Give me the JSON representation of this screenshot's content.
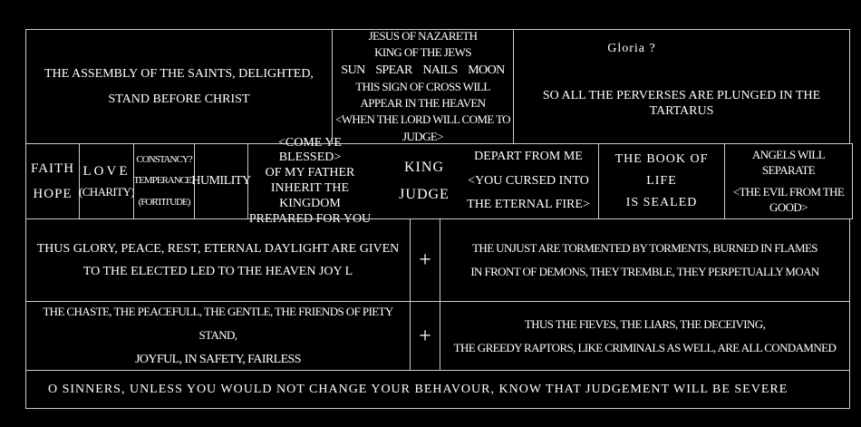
{
  "row1": {
    "assembly": [
      "THE ASSEMBLY OF THE SAINTS, DELIGHTED,",
      "STAND BEFORE CHRIST"
    ],
    "center": [
      "JESUS OF NAZARETH",
      "KING OF THE JEWS",
      "SUN    SPEAR    NAILS    MOON",
      "THIS SIGN OF CROSS WILL",
      "APPEAR IN THE HEAVEN",
      "<WHEN THE LORD WILL COME TO JUDGE>"
    ],
    "gloria": "Gloria ?",
    "perverses": "SO ALL THE PERVERSES ARE PLUNGED IN THE TARTARUS"
  },
  "row2": {
    "faith": [
      "FAITH",
      "HOPE"
    ],
    "love": [
      "LOVE",
      "(CHARITY)"
    ],
    "virtues": [
      "CONSTANCY?",
      "TEMPERANCE?",
      "(FORTITUDE)"
    ],
    "humility": "HUMILITY",
    "blessed": [
      "<COME YE BLESSED>",
      "OF MY FATHER",
      "INHERIT THE KINGDOM",
      "PREPARED FOR YOU"
    ],
    "king": [
      "KING",
      "JUDGE"
    ],
    "depart": [
      "DEPART FROM ME",
      "<YOU CURSED INTO",
      "THE ETERNAL FIRE>"
    ],
    "book": [
      "THE BOOK OF LIFE",
      "IS SEALED"
    ],
    "angels": [
      "ANGELS WILL SEPARATE",
      "<THE EVIL FROM THE GOOD>"
    ]
  },
  "row3": {
    "left": [
      "THUS GLORY, PEACE, REST, ETERNAL DAYLIGHT ARE GIVEN",
      "TO THE ELECTED LED TO THE HEAVEN JOY L"
    ],
    "plus": "+",
    "right": [
      "THE UNJUST ARE TORMENTED BY TORMENTS, BURNED IN FLAMES",
      "IN FRONT OF DEMONS, THEY TREMBLE, THEY PERPETUALLY MOAN"
    ]
  },
  "row4": {
    "left": [
      "THE CHASTE, THE PEACEFULL, THE GENTLE, THE FRIENDS OF PIETY STAND,",
      "JOYFUL, IN SAFETY, FAIRLESS"
    ],
    "plus": "+",
    "right": [
      "THUS THE FIEVES, THE LIARS, THE DECEIVING,",
      "THE GREEDY RAPTORS, LIKE CRIMINALS AS WELL, ARE ALL CONDAMNED"
    ]
  },
  "row5": {
    "warning": "O SINNERS, UNLESS YOU WOULD NOT CHANGE YOUR BEHAVOUR, KNOW THAT JUDGEMENT WILL BE SEVERE"
  }
}
